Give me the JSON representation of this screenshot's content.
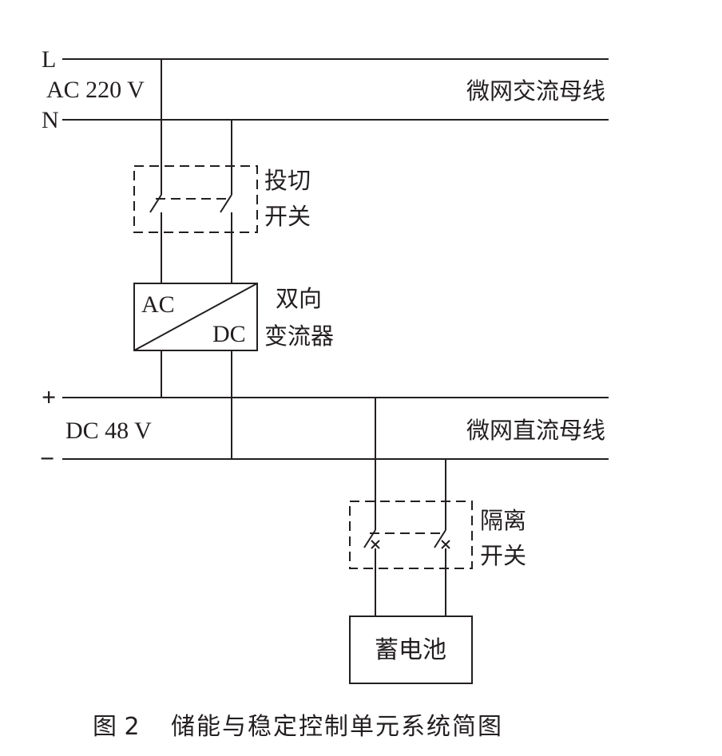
{
  "ac_bus": {
    "line_label": "L",
    "neutral_label": "N",
    "voltage": "AC 220 V",
    "name": "微网交流母线"
  },
  "transfer_switch": {
    "label_line1": "投切",
    "label_line2": "开关"
  },
  "converter": {
    "ac_label": "AC",
    "dc_label": "DC",
    "label_line1": "双向",
    "label_line2": "变流器"
  },
  "dc_bus": {
    "plus_label": "+",
    "minus_label": "−",
    "voltage": "DC 48 V",
    "name": "微网直流母线"
  },
  "isolation_switch": {
    "label_line1": "隔离",
    "label_line2": "开关"
  },
  "battery": {
    "label": "蓄电池"
  },
  "caption": {
    "figure_no": "图 2",
    "title": "储能与稳定控制单元系统简图"
  }
}
